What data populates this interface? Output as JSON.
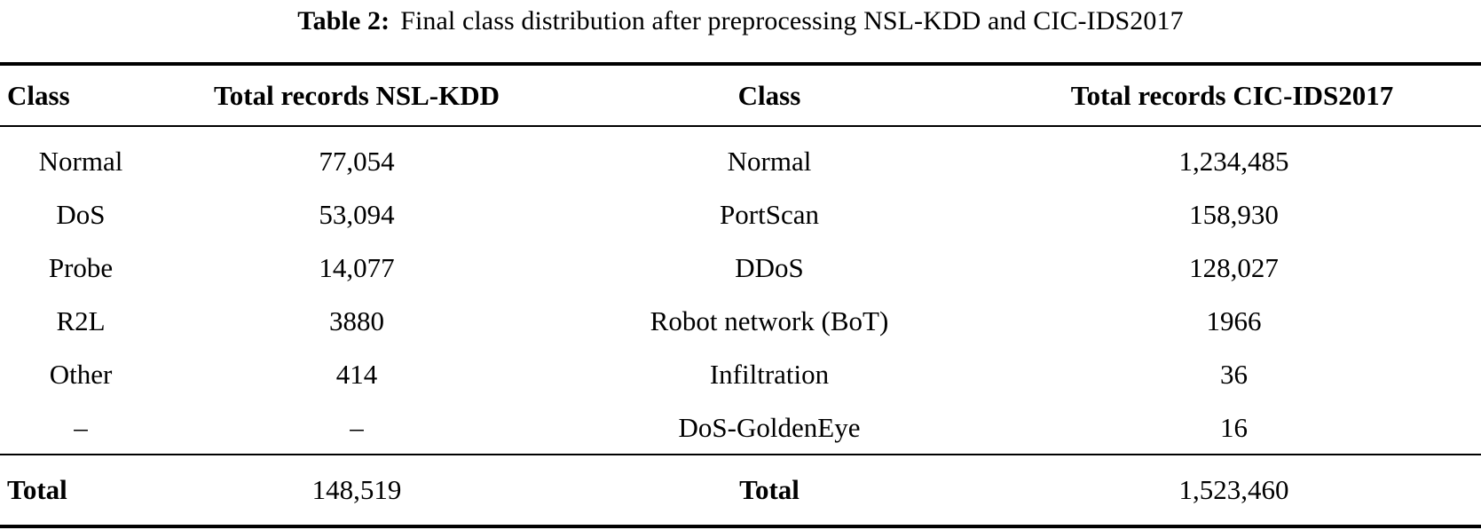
{
  "caption": {
    "label": "Table 2:",
    "text": "Final class distribution after preprocessing NSL-KDD and CIC-IDS2017"
  },
  "table": {
    "headers": {
      "col1": "Class",
      "col2": "Total records NSL-KDD",
      "col3": "Class",
      "col4": "Total records CIC-IDS2017"
    },
    "rows": [
      {
        "class_nsl": "Normal",
        "records_nsl": "77,054",
        "class_cic": "Normal",
        "records_cic": "1,234,485"
      },
      {
        "class_nsl": "DoS",
        "records_nsl": "53,094",
        "class_cic": "PortScan",
        "records_cic": "158,930"
      },
      {
        "class_nsl": "Probe",
        "records_nsl": "14,077",
        "class_cic": "DDoS",
        "records_cic": "128,027"
      },
      {
        "class_nsl": "R2L",
        "records_nsl": "3880",
        "class_cic": "Robot network (BoT)",
        "records_cic": "1966"
      },
      {
        "class_nsl": "Other",
        "records_nsl": "414",
        "class_cic": "Infiltration",
        "records_cic": "36"
      },
      {
        "class_nsl": "–",
        "records_nsl": "–",
        "class_cic": "DoS-GoldenEye",
        "records_cic": "16"
      }
    ],
    "total": {
      "label_nsl": "Total",
      "records_nsl": "148,519",
      "label_cic": "Total",
      "records_cic": "1,523,460"
    }
  },
  "colors": {
    "text": "#000000",
    "background": "#ffffff",
    "rule": "#000000"
  }
}
